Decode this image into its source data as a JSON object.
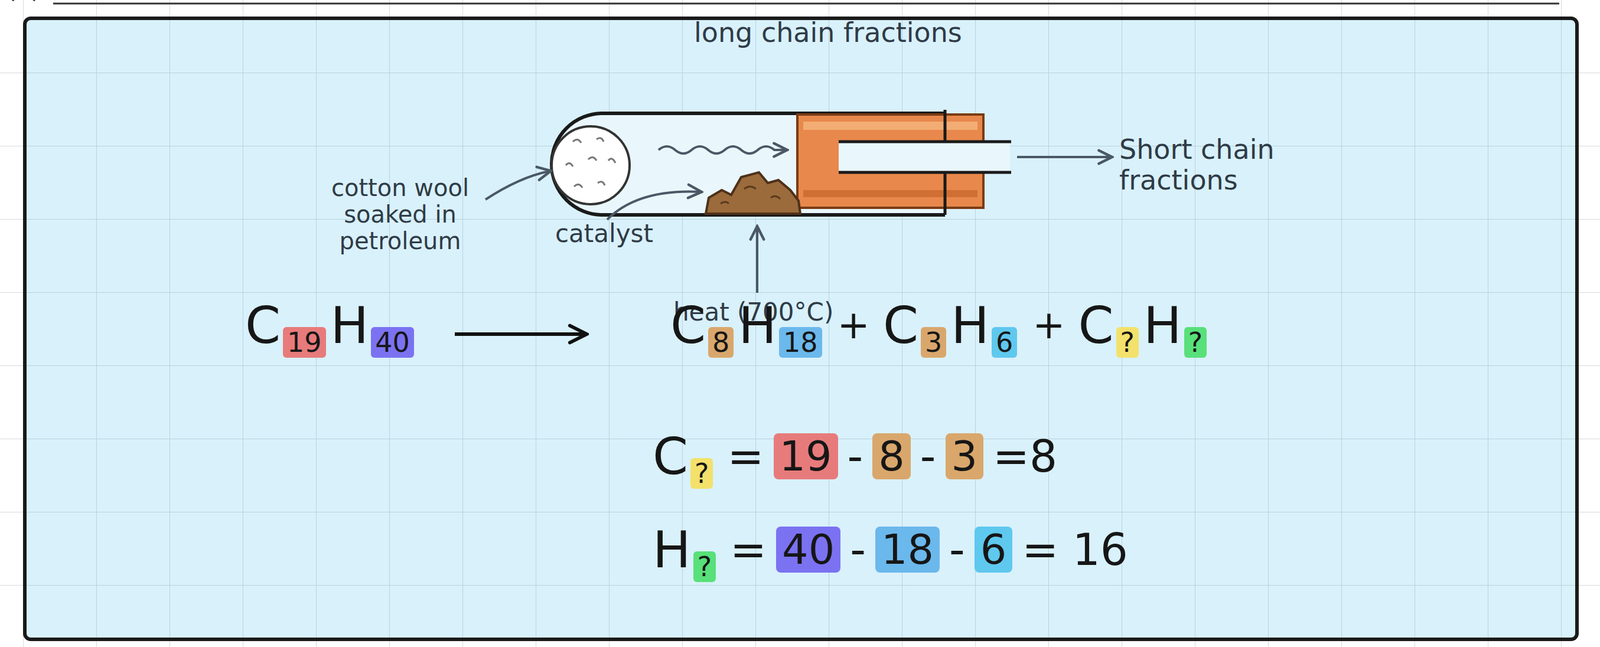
{
  "diagram": {
    "labels": [
      "long chain fractions",
      "Short chain fractions",
      "cotton wool soaked in petroleum",
      "catalyst",
      "heat (700°C)",
      "C",
      "19",
      "H",
      "40",
      "C",
      "8",
      "H",
      "18",
      "+",
      "C",
      "3",
      "H",
      "6",
      "+",
      "C",
      "?",
      "H",
      "?",
      "C",
      "?",
      "=",
      "19",
      "-",
      "8",
      "-",
      "3",
      "=8",
      "H",
      "?",
      "=",
      "40",
      "-",
      "18",
      "-",
      "6",
      "= 16"
    ]
  }
}
